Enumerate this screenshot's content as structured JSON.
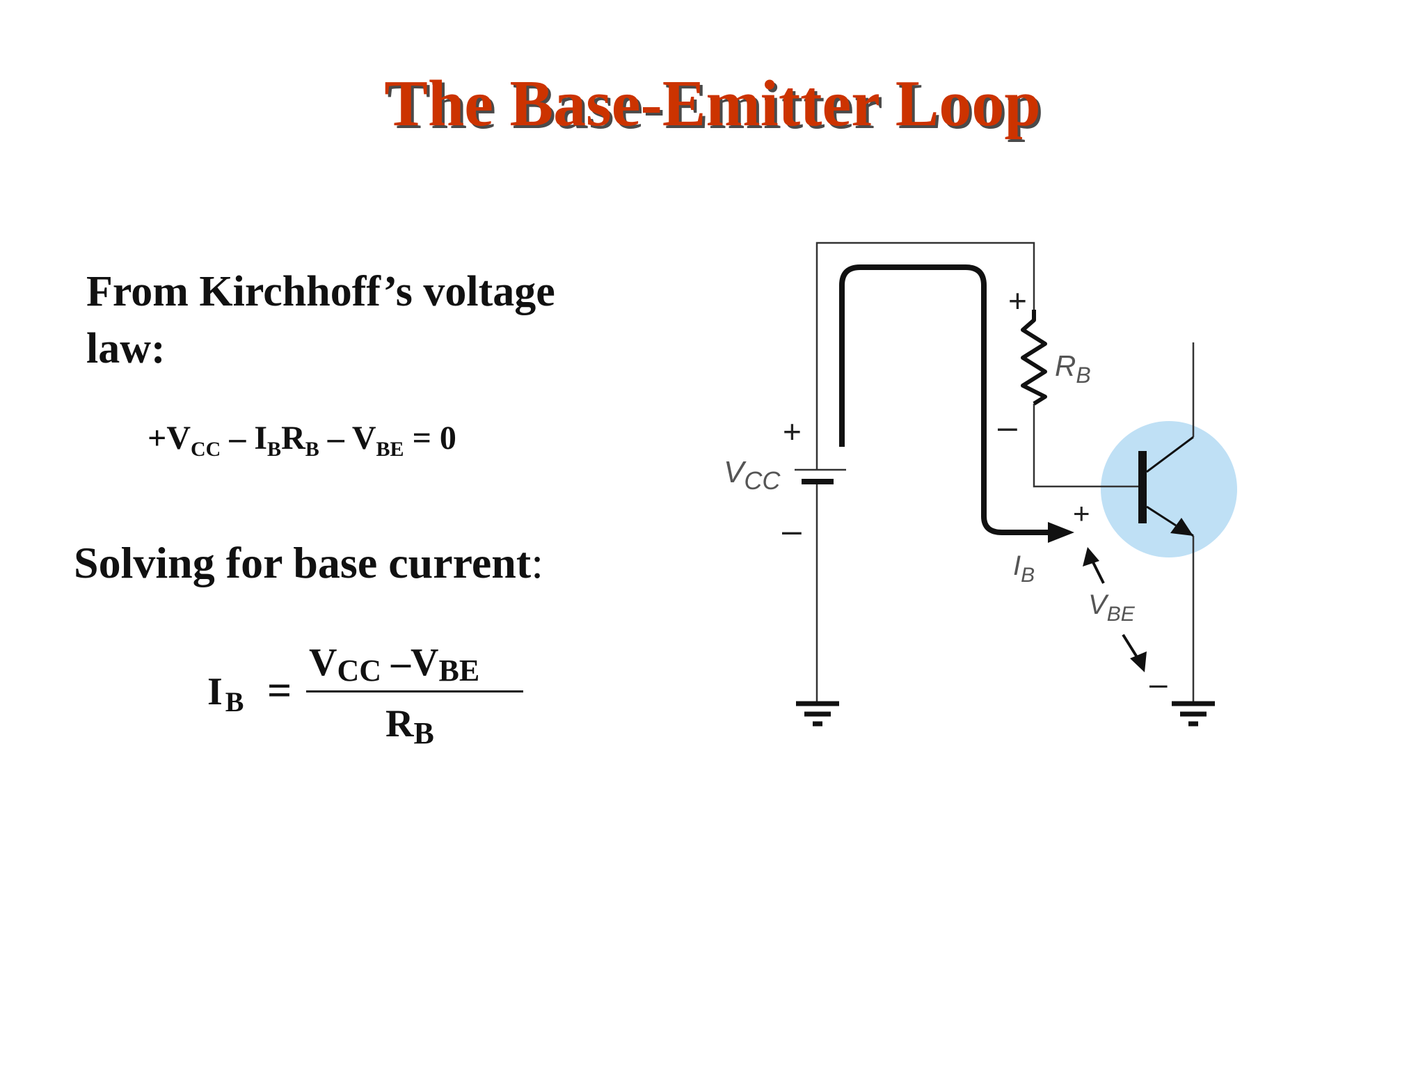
{
  "title": "The Base-Emitter Loop",
  "kvl_intro": "From Kirchhoff’s voltage law:",
  "kvl_equation": {
    "plus_v": "+V",
    "vcc_sub": "CC",
    "minus_i": " – I",
    "ib_sub": "B",
    "r": "R",
    "rb_sub": "B",
    "minus_v": " – V",
    "vbe_sub": "BE",
    "equals_zero": " = 0"
  },
  "solving_text": "Solving for base current",
  "solving_colon": ":",
  "ib_formula": {
    "lhs": "I",
    "lhs_sub": "B",
    "equals": "=",
    "num_v1": "V",
    "num_v1_sub": "CC",
    "num_minus": " –V",
    "num_v2_sub": "BE",
    "den": "R",
    "den_sub": "B"
  },
  "circuit": {
    "vcc_label": "V",
    "vcc_sub": "CC",
    "rb_label": "R",
    "rb_sub": "B",
    "ib_label": "I",
    "ib_sub": "B",
    "vbe_label": "V",
    "vbe_sub": "BE",
    "plus": "+",
    "minus": "–",
    "highlight_color": "#bfe0f5"
  }
}
